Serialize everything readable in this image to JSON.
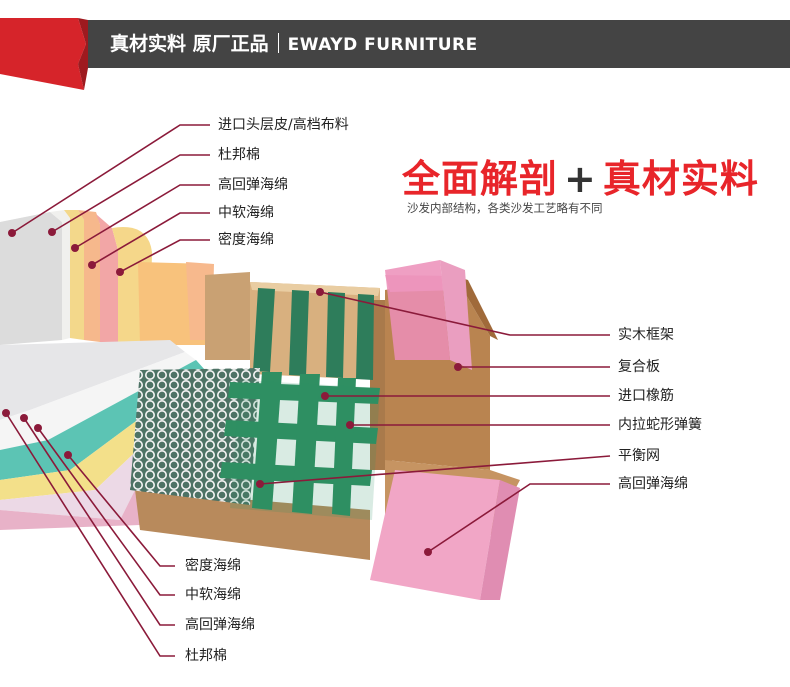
{
  "banner": {
    "title_cn": "真材实料 原厂正品",
    "title_en": "EWAYD FURNITURE",
    "bar_color": "#444444",
    "accent_color": "#d6242a"
  },
  "headline": {
    "left": "全面解剖",
    "plus": "+",
    "right": "真材实料",
    "color": "#e8252a",
    "subtitle": "沙发内部结构，各类沙发工艺略有不同"
  },
  "labels": {
    "backrest": [
      "进口头层皮/高档布料",
      "杜邦棉",
      "高回弹海绵",
      "中软海绵",
      "密度海绵"
    ],
    "frame": [
      "实木框架",
      "复合板",
      "进口橡筋",
      "内拉蛇形弹簧",
      "平衡网",
      "高回弹海绵"
    ],
    "seat": [
      "密度海绵",
      "中软海绵",
      "高回弹海绵",
      "杜邦棉"
    ]
  },
  "leader_color": "#8b1a3a"
}
